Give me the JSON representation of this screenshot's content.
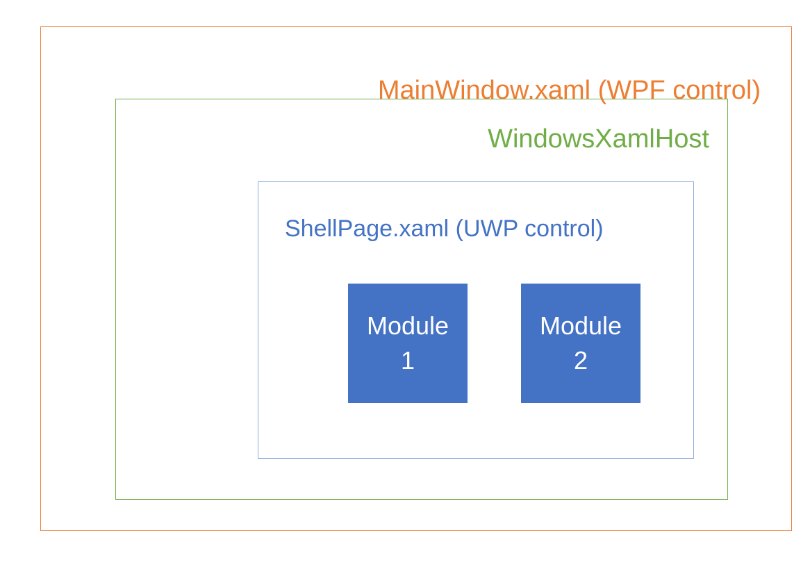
{
  "colors": {
    "wpf": "#ED7D31",
    "host": "#70AD47",
    "uwp": "#4472C4"
  },
  "main_window": {
    "label": "MainWindow.xaml (WPF control)"
  },
  "host": {
    "label": "WindowsXamlHost"
  },
  "shell_page": {
    "label": "ShellPage.xaml (UWP control)"
  },
  "modules": [
    {
      "name": "Module",
      "number": "1"
    },
    {
      "name": "Module",
      "number": "2"
    }
  ]
}
